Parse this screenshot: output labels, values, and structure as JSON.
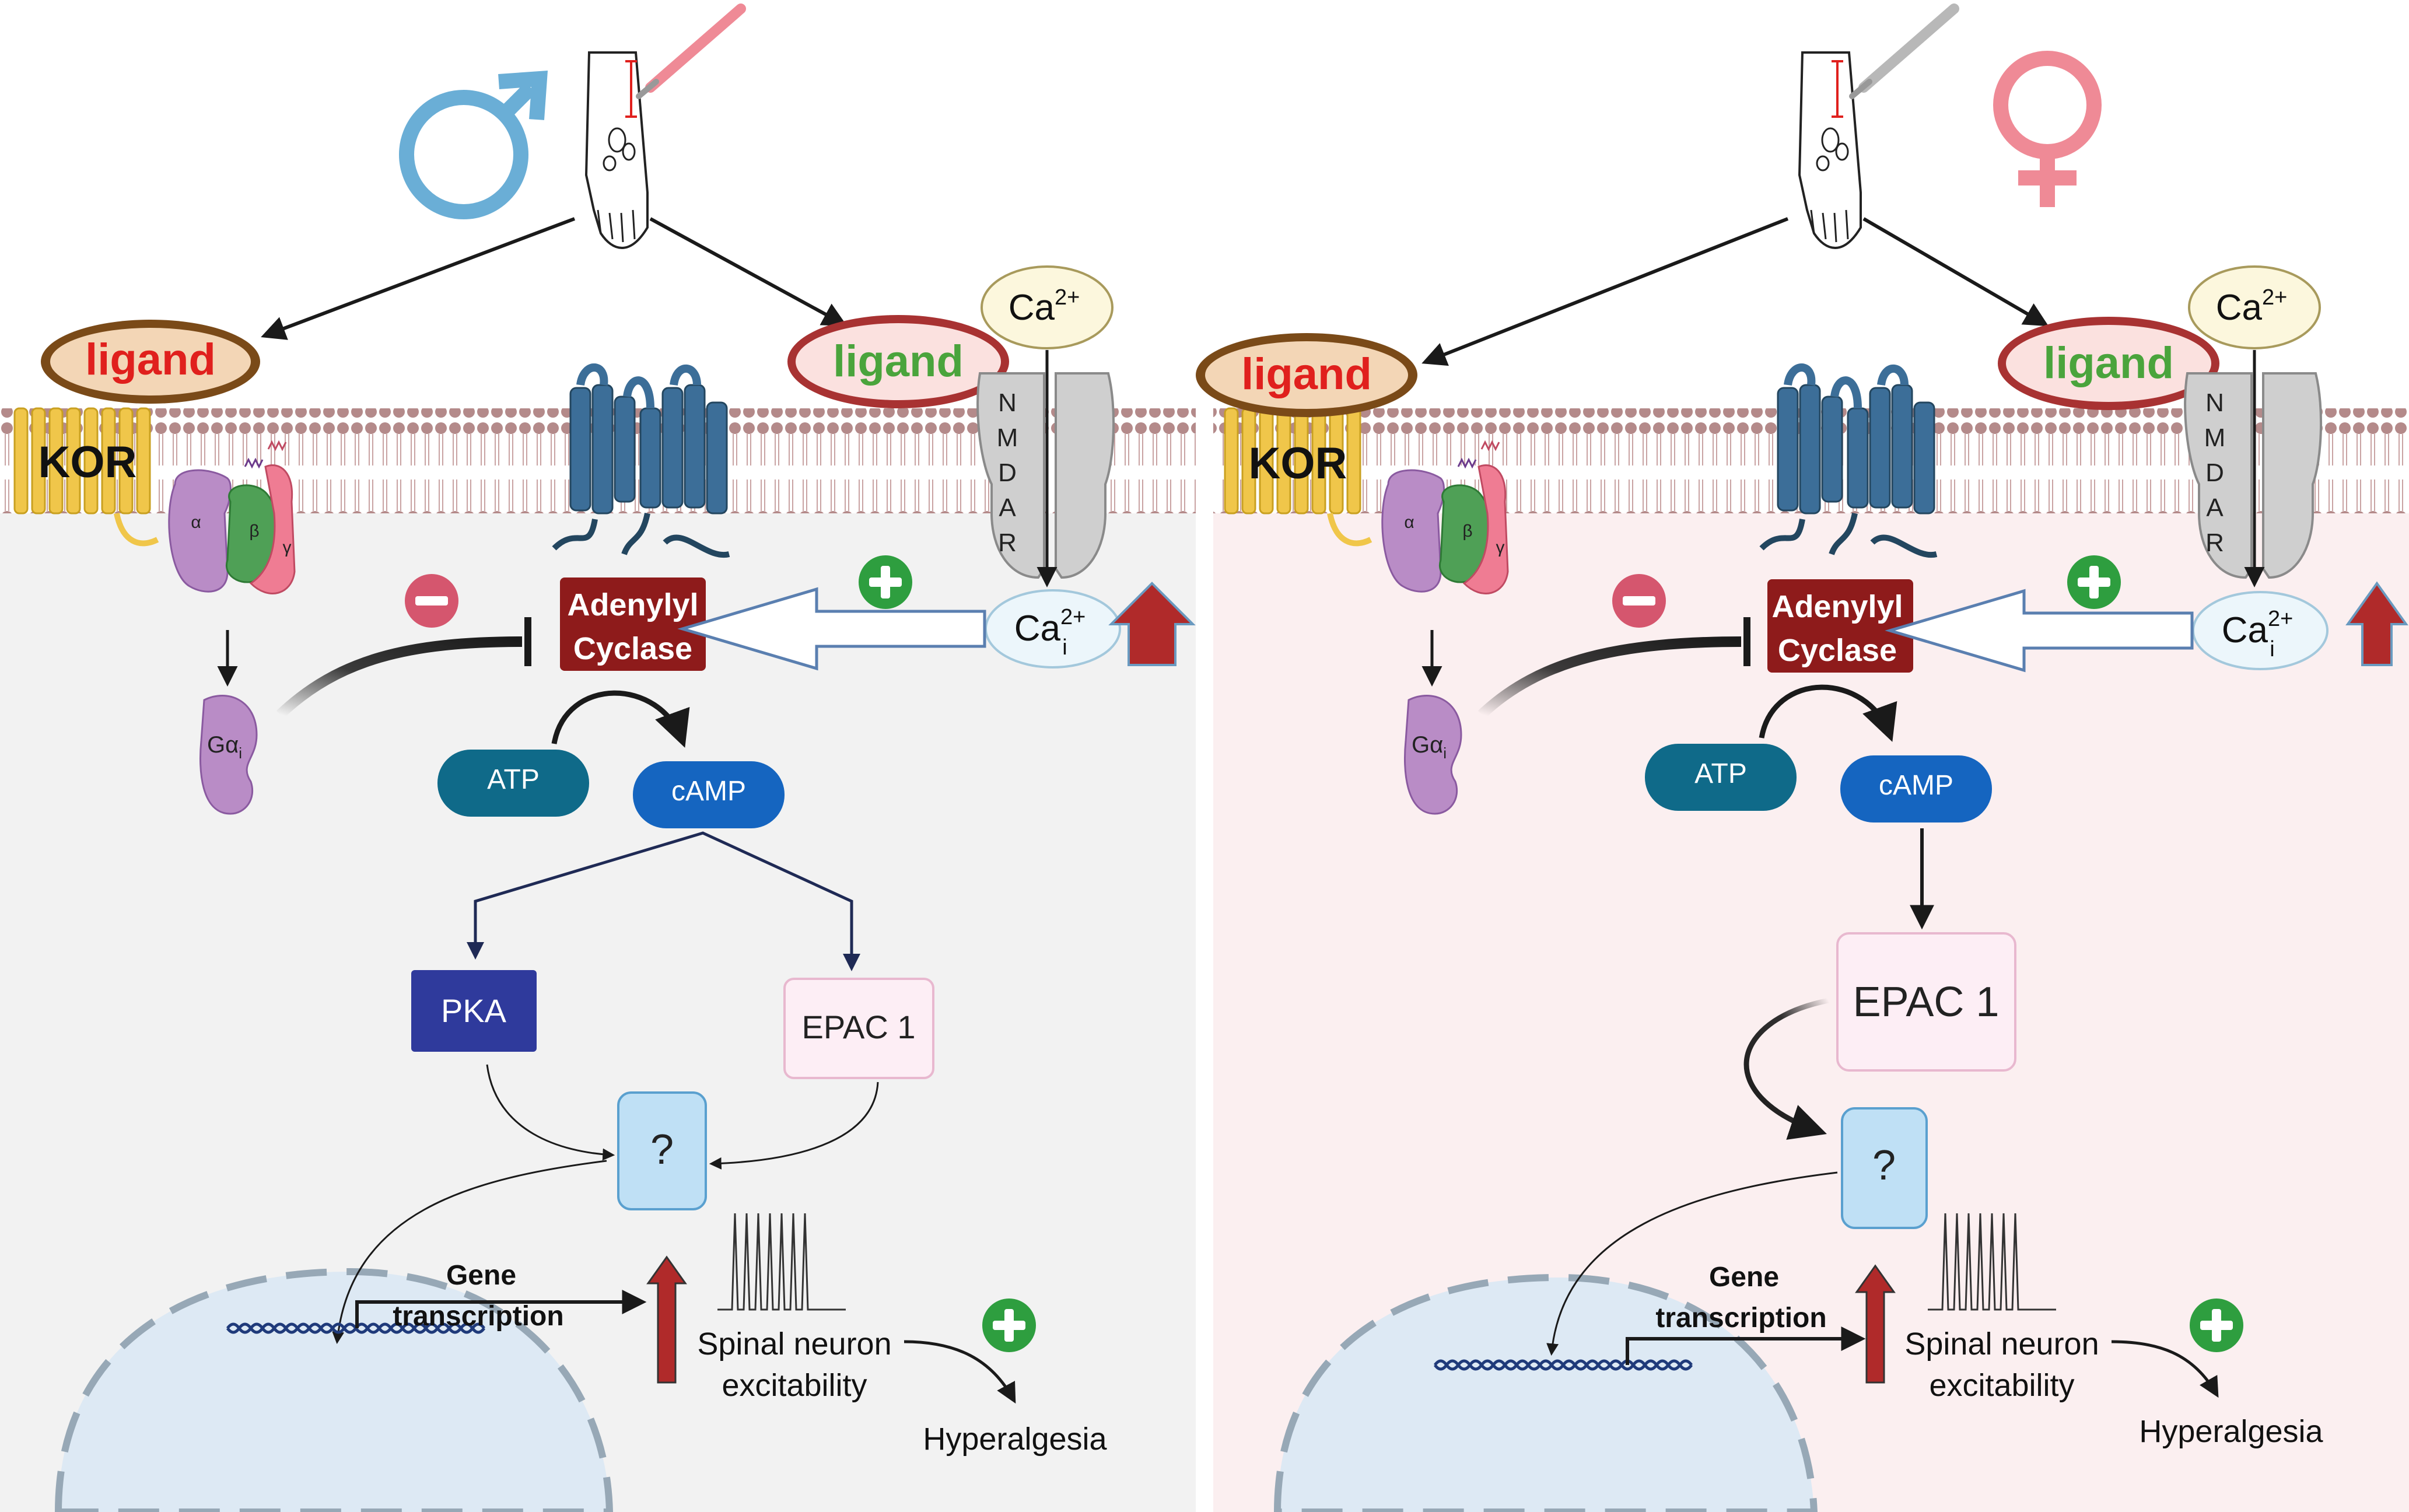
{
  "colors": {
    "male_accent": "#6aaed6",
    "female_accent": "#ef8a96",
    "male_panel_bg": "#f2f2f2",
    "female_panel_bg": "#fbeff0",
    "adenylyl_cyclase": "#8e1b1b",
    "atp": "#0f6a89",
    "camp": "#1565c0",
    "pka": "#2f3a9c",
    "epac": "#fdeef5",
    "question_box": "#bfe0f5",
    "inhibit_badge": "#d5566e",
    "activate_badge": "#2e9e3f",
    "ligand_red": "#e0201d",
    "ligand_green": "#4aa43c",
    "up_arrow": "#b02a2a",
    "nucleus": "#dde9f4"
  },
  "icons": {
    "male_symbol": "male-symbol-icon",
    "female_symbol": "female-symbol-icon",
    "paw_incision": "paw-incision-icon"
  },
  "panels": [
    {
      "sex": "male",
      "ligand_inhibitory": "ligand",
      "ligand_excitatory": "ligand",
      "receptor": "KOR",
      "g_alpha": "α",
      "g_beta": "β",
      "g_gamma": "γ",
      "g_alpha_i_main": "Gα",
      "g_alpha_i_sub": "i",
      "calcium_extracellular_main": "Ca",
      "calcium_extracellular_sup": "2+",
      "nmdar_letters": [
        "N",
        "M",
        "D",
        "A",
        "R"
      ],
      "calcium_intracellular_main": "Ca",
      "calcium_intracellular_sup": "2+",
      "calcium_intracellular_sub": "i",
      "adenylyl_cyclase_line1": "Adenylyl",
      "adenylyl_cyclase_line2": "Cyclase",
      "atp": "ATP",
      "camp": "cAMP",
      "pka": "PKA",
      "epac": "EPAC 1",
      "unknown": "?",
      "gene_line1": "Gene",
      "gene_line2": "transcription",
      "excitability_line1": "Spinal neuron",
      "excitability_line2": "excitability",
      "outcome": "Hyperalgesia"
    },
    {
      "sex": "female",
      "ligand_inhibitory": "ligand",
      "ligand_excitatory": "ligand",
      "receptor": "KOR",
      "g_alpha": "α",
      "g_beta": "β",
      "g_gamma": "γ",
      "g_alpha_i_main": "Gα",
      "g_alpha_i_sub": "i",
      "calcium_extracellular_main": "Ca",
      "calcium_extracellular_sup": "2+",
      "nmdar_letters": [
        "N",
        "M",
        "D",
        "A",
        "R"
      ],
      "calcium_intracellular_main": "Ca",
      "calcium_intracellular_sup": "2+",
      "calcium_intracellular_sub": "i",
      "adenylyl_cyclase_line1": "Adenylyl",
      "adenylyl_cyclase_line2": "Cyclase",
      "atp": "ATP",
      "camp": "cAMP",
      "epac": "EPAC 1",
      "unknown": "?",
      "gene_line1": "Gene",
      "gene_line2": "transcription",
      "excitability_line1": "Spinal neuron",
      "excitability_line2": "excitability",
      "outcome": "Hyperalgesia"
    }
  ]
}
